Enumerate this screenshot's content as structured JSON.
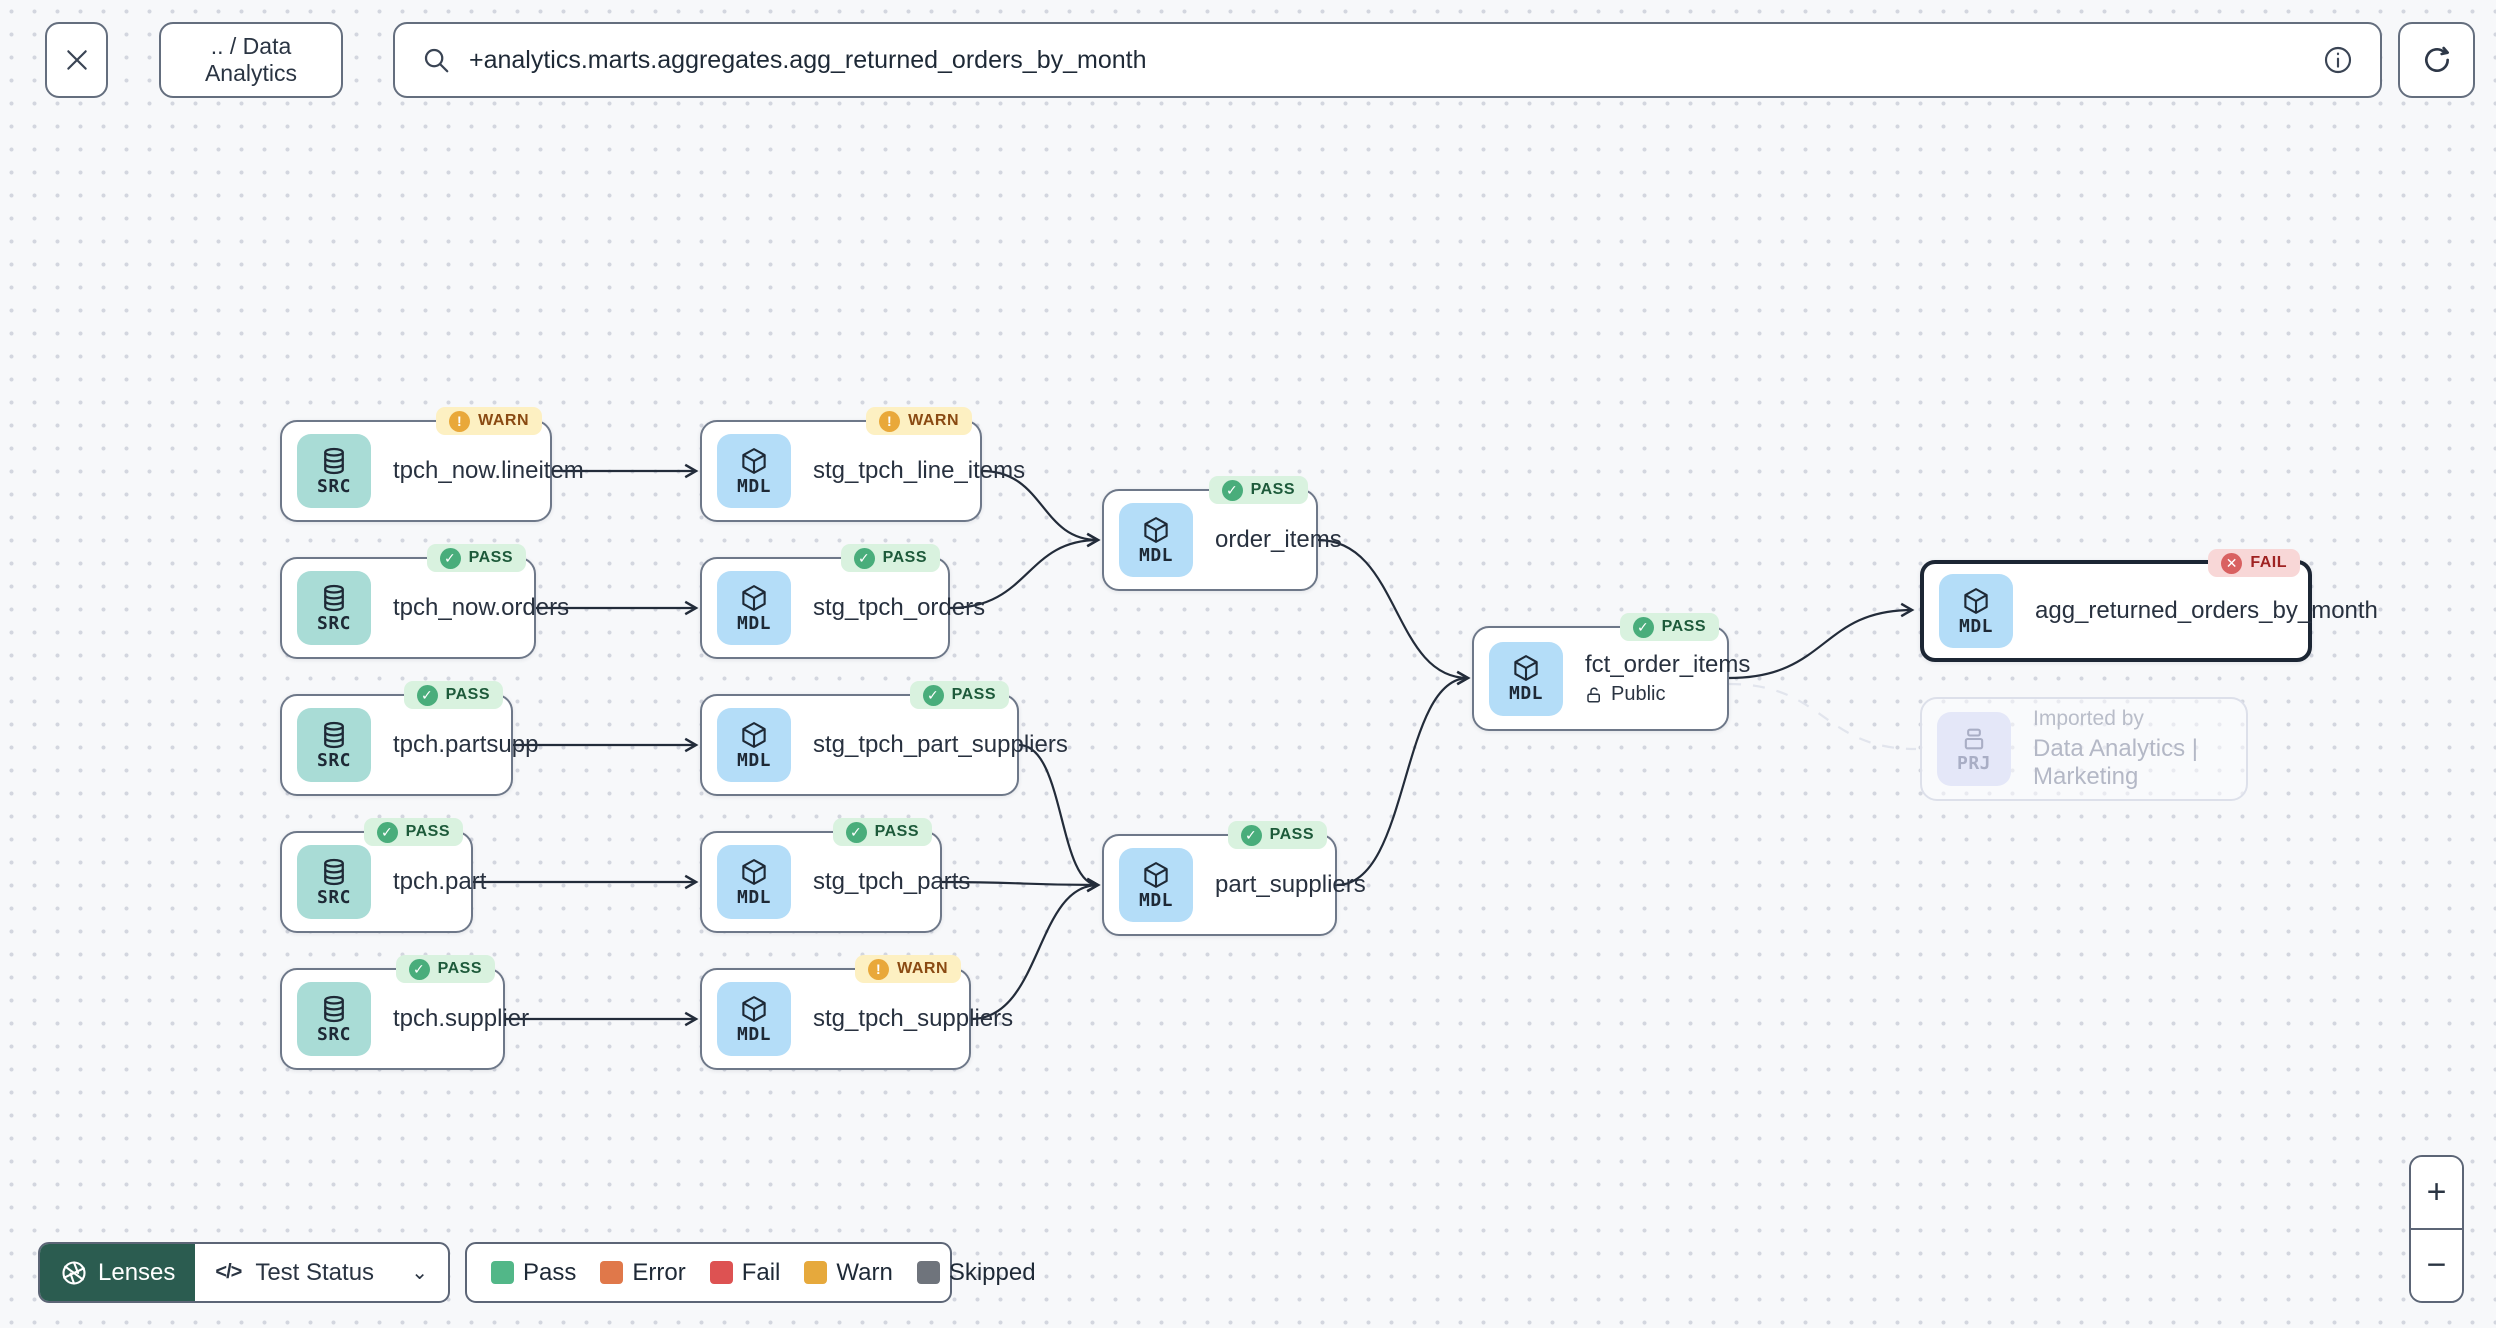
{
  "toolbar": {
    "breadcrumb": ".. / Data Analytics",
    "search_value": "+analytics.marts.aggregates.agg_returned_orders_by_month"
  },
  "icons": {
    "pass_badge": "✓",
    "warn_badge": "!",
    "fail_badge": "✕",
    "chevron_down": "⌄",
    "code": "</>",
    "zoom_in": "+",
    "zoom_out": "−"
  },
  "nodes": {
    "tpch_now_lineitem": {
      "kind": "SRC",
      "label": "tpch_now.lineitem",
      "status": "WARN"
    },
    "tpch_now_orders": {
      "kind": "SRC",
      "label": "tpch_now.orders",
      "status": "PASS"
    },
    "tpch_partsupp": {
      "kind": "SRC",
      "label": "tpch.partsupp",
      "status": "PASS"
    },
    "tpch_part": {
      "kind": "SRC",
      "label": "tpch.part",
      "status": "PASS"
    },
    "tpch_supplier": {
      "kind": "SRC",
      "label": "tpch.supplier",
      "status": "PASS"
    },
    "stg_tpch_line_items": {
      "kind": "MDL",
      "label": "stg_tpch_line_items",
      "status": "WARN"
    },
    "stg_tpch_orders": {
      "kind": "MDL",
      "label": "stg_tpch_orders",
      "status": "PASS"
    },
    "stg_tpch_part_suppliers": {
      "kind": "MDL",
      "label": "stg_tpch_part_suppliers",
      "status": "PASS"
    },
    "stg_tpch_parts": {
      "kind": "MDL",
      "label": "stg_tpch_parts",
      "status": "PASS"
    },
    "stg_tpch_suppliers": {
      "kind": "MDL",
      "label": "stg_tpch_suppliers",
      "status": "WARN"
    },
    "order_items": {
      "kind": "MDL",
      "label": "order_items",
      "status": "PASS"
    },
    "part_suppliers": {
      "kind": "MDL",
      "label": "part_suppliers",
      "status": "PASS"
    },
    "fct_order_items": {
      "kind": "MDL",
      "label": "fct_order_items",
      "status": "PASS",
      "access": "Public"
    },
    "agg_returned_orders_by_month": {
      "kind": "MDL",
      "label": "agg_returned_orders_by_month",
      "status": "FAIL"
    },
    "imported_by": {
      "kind": "PRJ",
      "line1": "Imported by",
      "line2": "Data Analytics | Marketing"
    }
  },
  "footer": {
    "lenses_label": "Lenses",
    "lens_selected": "Test Status",
    "legend": {
      "items": [
        {
          "label": "Pass",
          "color": "#52b788"
        },
        {
          "label": "Error",
          "color": "#e0784a"
        },
        {
          "label": "Fail",
          "color": "#dd5252"
        },
        {
          "label": "Warn",
          "color": "#e6a93c"
        },
        {
          "label": "Skipped",
          "color": "#6f747c"
        }
      ]
    }
  },
  "colors": {
    "pass_bg": "#d9f2df",
    "pass_text": "#1d5a3a",
    "pass_icon": "#49ad7b",
    "warn_bg": "#fdf0c2",
    "warn_text": "#8a4a12",
    "warn_icon": "#e9a83a",
    "fail_bg": "#f8d7d7",
    "fail_text": "#9f2222",
    "fail_icon": "#d96161",
    "src_chip": "#a9dcd6",
    "mdl_chip": "#b4ddf8",
    "prj_chip": "#e4e7f8",
    "lenses_bg": "#2b5c50",
    "edge": "#232c3a",
    "canvas_bg": "#f7f8fa"
  }
}
